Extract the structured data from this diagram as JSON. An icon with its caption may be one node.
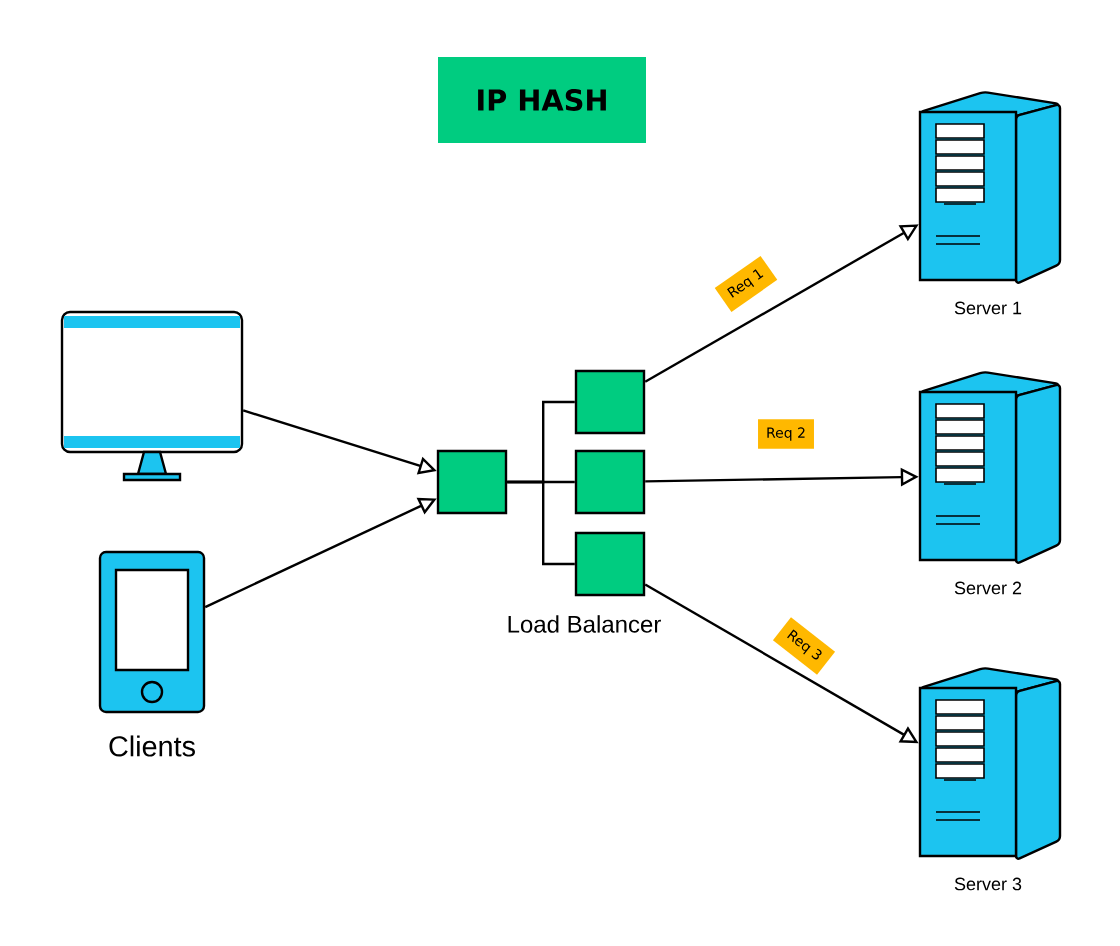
{
  "diagram": {
    "title": "IP HASH",
    "nodes": [
      {
        "text": [],
        "shape": "monitor"
      },
      {
        "text": [],
        "shape": "phone"
      },
      {
        "text": [],
        "shape": "box"
      },
      {
        "text": [],
        "shape": "box"
      },
      {
        "text": [],
        "shape": "box"
      },
      {
        "text": [],
        "shape": "box"
      },
      {
        "text": [],
        "shape": "server",
        "beside": [
          "Server 1"
        ]
      },
      {
        "text": [],
        "shape": "server",
        "beside": [
          "Server 2"
        ]
      },
      {
        "text": [],
        "shape": "server",
        "beside": [
          "Server 3"
        ]
      }
    ],
    "edges": [
      {
        "from": 0,
        "to": 2,
        "arrow": "to"
      },
      {
        "from": 1,
        "to": 2,
        "arrow": "to"
      },
      {
        "from": 2,
        "to": 3,
        "arrow": "none"
      },
      {
        "from": 2,
        "to": 4,
        "arrow": "none"
      },
      {
        "from": 2,
        "to": 5,
        "arrow": "none"
      },
      {
        "from": 3,
        "to": 6,
        "arrow": "to",
        "label": "Req 1"
      },
      {
        "from": 4,
        "to": 7,
        "arrow": "to",
        "label": "Req 2"
      },
      {
        "from": 5,
        "to": 8,
        "arrow": "to",
        "label": "Req 3"
      }
    ],
    "labels": [
      "Clients",
      "Load Balancer"
    ]
  }
}
